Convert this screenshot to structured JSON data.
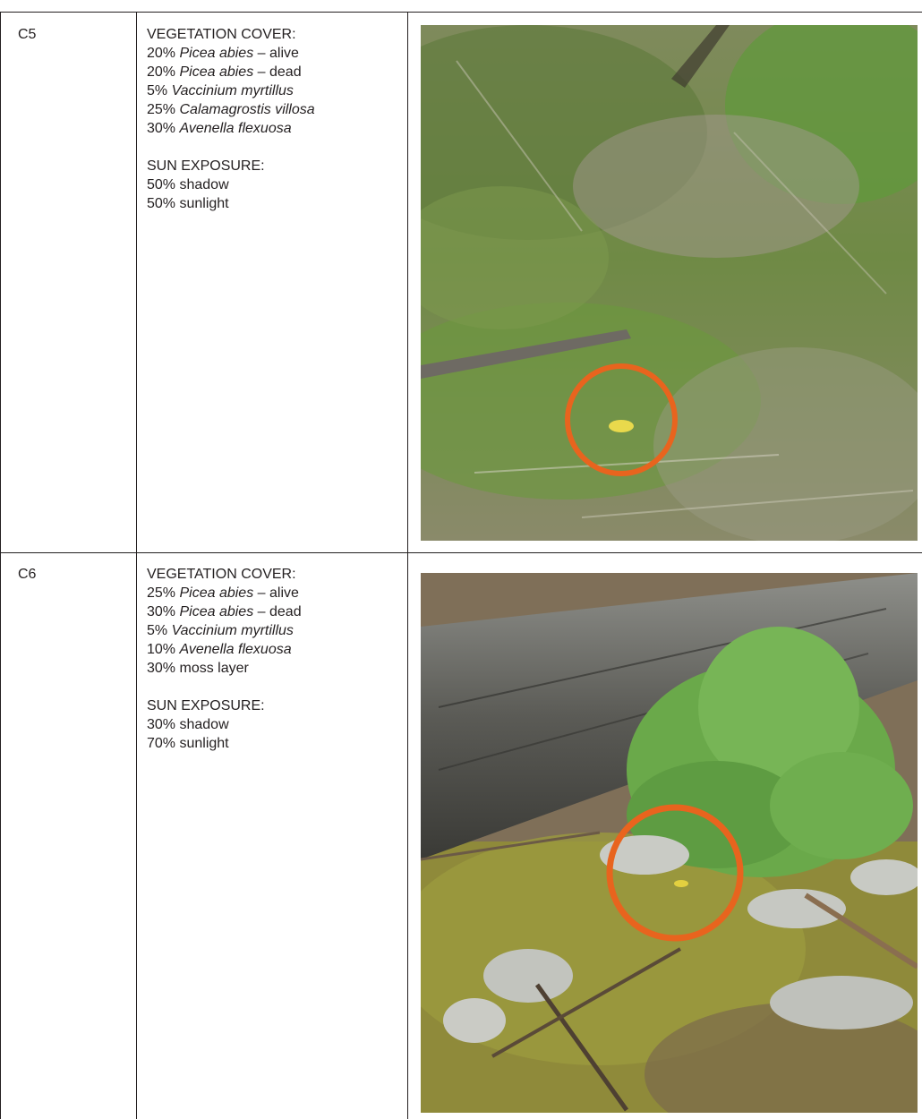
{
  "rows": [
    {
      "site": "C5",
      "vegetation_heading": "VEGETATION COVER:",
      "vegetation": [
        {
          "pct": "20%",
          "taxon": "Picea abies",
          "note": "– alive"
        },
        {
          "pct": "20%",
          "taxon": "Picea abies",
          "note": "– dead"
        },
        {
          "pct": "5%",
          "taxon": "Vaccinium myrtillus",
          "note": ""
        },
        {
          "pct": "25%",
          "taxon": "Calamagrostis villosa",
          "note": ""
        },
        {
          "pct": "30%",
          "taxon": "Avenella flexuosa",
          "note": ""
        }
      ],
      "sun_heading": "SUN EXPOSURE:",
      "sun": [
        "50% shadow",
        "50% sunlight"
      ],
      "photo": {
        "scene": "grass-clearing",
        "marker_color": "#e8641e"
      }
    },
    {
      "site": "C6",
      "vegetation_heading": "VEGETATION COVER:",
      "vegetation": [
        {
          "pct": "25%",
          "taxon": "Picea abies",
          "note": "– alive"
        },
        {
          "pct": "30%",
          "taxon": "Picea abies",
          "note": "– dead"
        },
        {
          "pct": "5%",
          "taxon": "Vaccinium myrtillus",
          "note": ""
        },
        {
          "pct": "10%",
          "taxon": "Avenella flexuosa",
          "note": ""
        },
        {
          "pct": "30%",
          "taxon": "",
          "note": "moss layer"
        }
      ],
      "sun_heading": "SUN EXPOSURE:",
      "sun": [
        "30% shadow",
        "70% sunlight"
      ],
      "photo": {
        "scene": "log-and-spruce-seedling",
        "marker_color": "#e8641e"
      }
    }
  ]
}
